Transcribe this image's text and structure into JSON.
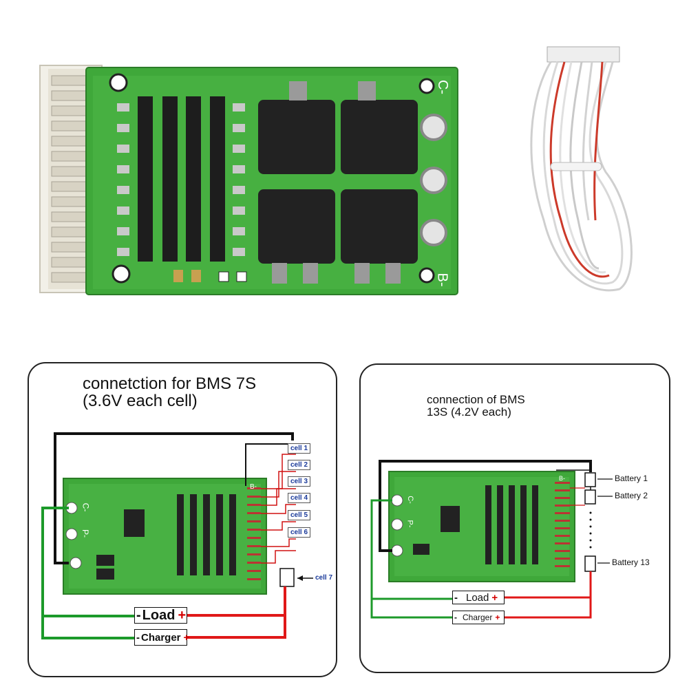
{
  "product_photo": {
    "terminal_c_label": "C-",
    "terminal_b_label": "B-"
  },
  "diagram_7s": {
    "title_line1": "connetction for BMS 7S",
    "title_line2": "(3.6V each cell)",
    "cells": [
      "cell 1",
      "cell 2",
      "cell 3",
      "cell 4",
      "cell 5",
      "cell 6",
      "cell 7"
    ],
    "board_b_label": "B-",
    "board_c_label": "C-",
    "board_p_label": "P-",
    "load_label": "Load",
    "charger_label": "Charger",
    "minus_sign": "-",
    "plus_sign": "+"
  },
  "diagram_13s": {
    "title_line1": "connection of BMS",
    "title_line2": "13S (4.2V each)",
    "batteries": [
      "Battery 1",
      "Battery 2",
      "Battery 13"
    ],
    "board_b_label": "B-",
    "board_c_label": "C-",
    "board_p_label": "P-",
    "load_label": "Load",
    "charger_label": "Charger",
    "minus_sign": "-",
    "plus_sign": "+"
  },
  "colors": {
    "pcb_green": "#3fa83a",
    "wire_black": "#111111",
    "wire_green": "#1c9a2a",
    "wire_red": "#e01818"
  }
}
